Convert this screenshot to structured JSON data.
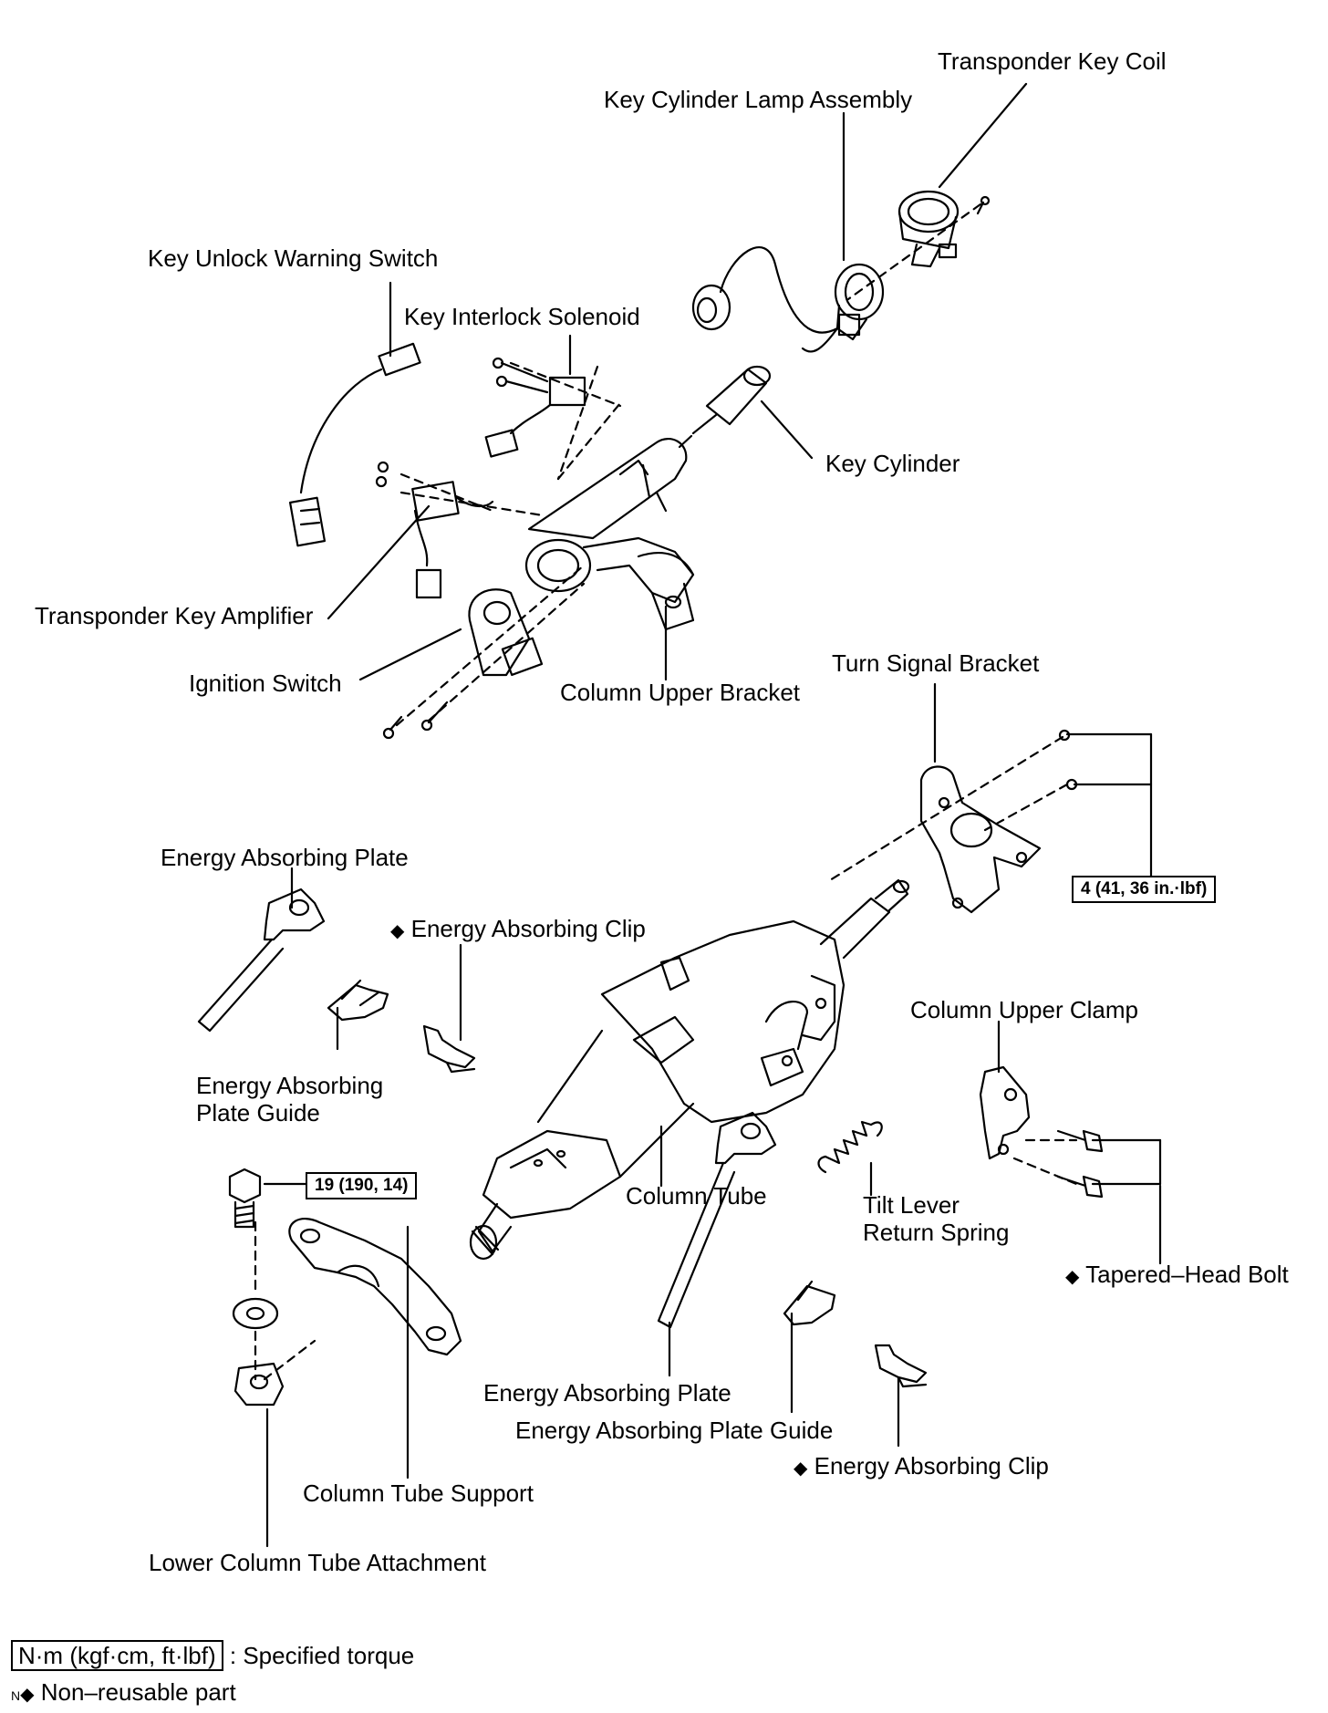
{
  "labels": {
    "transponder_key_coil": "Transponder Key Coil",
    "key_cylinder_lamp_assembly": "Key Cylinder Lamp Assembly",
    "key_unlock_warning_switch": "Key Unlock Warning Switch",
    "key_interlock_solenoid": "Key Interlock Solenoid",
    "key_cylinder": "Key Cylinder",
    "transponder_key_amplifier": "Transponder Key Amplifier",
    "ignition_switch": "Ignition Switch",
    "column_upper_bracket": "Column Upper Bracket",
    "turn_signal_bracket": "Turn Signal Bracket",
    "energy_absorbing_plate_top": "Energy Absorbing Plate",
    "energy_absorbing_clip_top": "Energy Absorbing Clip",
    "energy_absorbing_plate_guide_top_line1": "Energy Absorbing",
    "energy_absorbing_plate_guide_top_line2": "Plate Guide",
    "column_upper_clamp": "Column Upper Clamp",
    "column_tube": "Column Tube",
    "tilt_lever_line1": "Tilt Lever",
    "tilt_lever_line2": "Return Spring",
    "tapered_head_bolt": "Tapered–Head Bolt",
    "energy_absorbing_plate_bottom": "Energy Absorbing Plate",
    "energy_absorbing_plate_guide_bottom": "Energy Absorbing Plate Guide",
    "energy_absorbing_clip_bottom": "Energy Absorbing Clip",
    "column_tube_support": "Column Tube Support",
    "lower_column_tube_attachment": "Lower Column Tube Attachment"
  },
  "torque_specs": {
    "turn_signal_bracket_bolts": "4 (41, 36 in.·lbf)",
    "column_tube_support_bolt": "19 (190, 14)"
  },
  "legend": {
    "torque_unit_box": "N·m (kgf·cm, ft·lbf)",
    "torque_desc": ": Specified torque",
    "non_reusable": "Non–reusable part",
    "corner_mark": "N",
    "diamond": "◆"
  }
}
